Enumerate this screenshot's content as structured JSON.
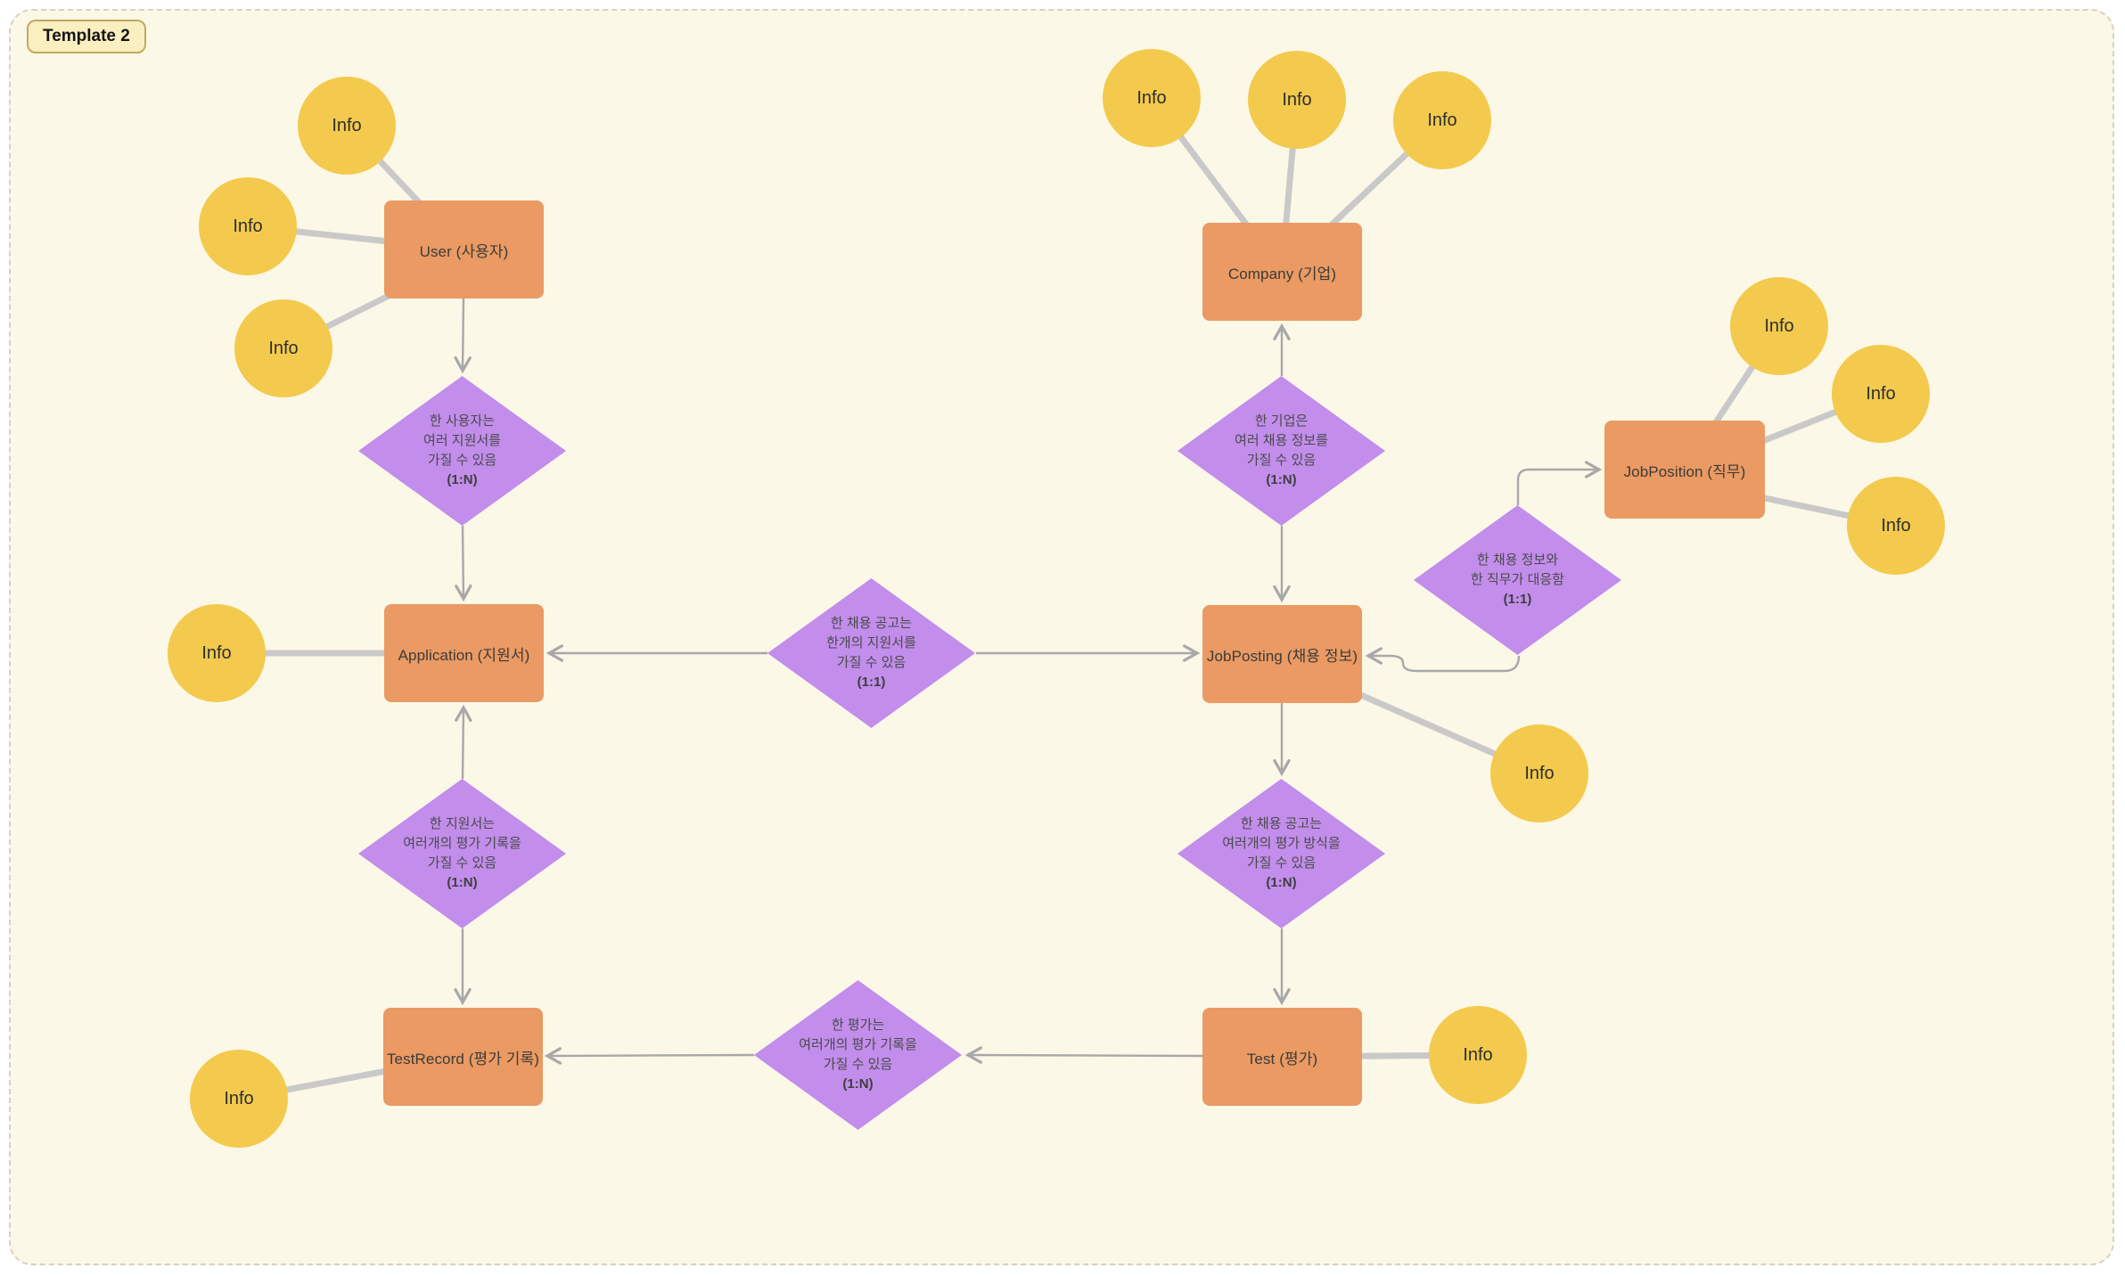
{
  "template_label": "Template 2",
  "colors": {
    "canvas_background": "#FCF8E7",
    "entity_fill": "#EA9A62",
    "relation_fill": "#C28DEB",
    "attribute_fill": "#F3CA4D",
    "attribute_line": "#C9C9C9",
    "arrow_line": "#A8A8A8",
    "badge_fill": "#F9EFC0",
    "badge_border": "#C0AA60"
  },
  "entities": [
    {
      "id": "user",
      "label": "User (사용자)"
    },
    {
      "id": "company",
      "label": "Company (기업)"
    },
    {
      "id": "jobposition",
      "label": "JobPosition (직무)"
    },
    {
      "id": "application",
      "label": "Application (지원서)"
    },
    {
      "id": "jobposting",
      "label": "JobPosting (채용 정보)"
    },
    {
      "id": "testrecord",
      "label": "TestRecord (평가 기록)"
    },
    {
      "id": "test",
      "label": "Test (평가)"
    }
  ],
  "relations": [
    {
      "id": "user-application",
      "lines": [
        "한 사용자는",
        "여러 지원서를",
        "가질 수 있음"
      ],
      "ratio": "(1:N)"
    },
    {
      "id": "company-jobposting",
      "lines": [
        "한 기업은",
        "여러 채용 정보를",
        "가질 수 있음"
      ],
      "ratio": "(1:N)"
    },
    {
      "id": "jobposting-jobposition",
      "lines": [
        "한 채용 정보와",
        "한 직무가 대응함"
      ],
      "ratio": "(1:1)"
    },
    {
      "id": "jobposting-application",
      "lines": [
        "한 채용 공고는",
        "한개의 지원서를",
        "가질 수 있음"
      ],
      "ratio": "(1:1)"
    },
    {
      "id": "jobposting-test",
      "lines": [
        "한 채용 공고는",
        "여러개의 평가 방식을",
        "가질 수 있음"
      ],
      "ratio": "(1:N)"
    },
    {
      "id": "application-testrecord",
      "lines": [
        "한 지원서는",
        "여러개의 평가 기록을",
        "가질 수 있음"
      ],
      "ratio": "(1:N)"
    },
    {
      "id": "test-testrecord",
      "lines": [
        "한 평가는",
        "여러개의 평가 기록을",
        "가질 수 있음"
      ],
      "ratio": "(1:N)"
    }
  ],
  "attributes": [
    {
      "owner": "user",
      "label": "Info"
    },
    {
      "owner": "user",
      "label": "Info"
    },
    {
      "owner": "user",
      "label": "Info"
    },
    {
      "owner": "company",
      "label": "Info"
    },
    {
      "owner": "company",
      "label": "Info"
    },
    {
      "owner": "company",
      "label": "Info"
    },
    {
      "owner": "jobposition",
      "label": "Info"
    },
    {
      "owner": "jobposition",
      "label": "Info"
    },
    {
      "owner": "jobposition",
      "label": "Info"
    },
    {
      "owner": "application",
      "label": "Info"
    },
    {
      "owner": "jobposting",
      "label": "Info"
    },
    {
      "owner": "test",
      "label": "Info"
    },
    {
      "owner": "testrecord",
      "label": "Info"
    }
  ]
}
